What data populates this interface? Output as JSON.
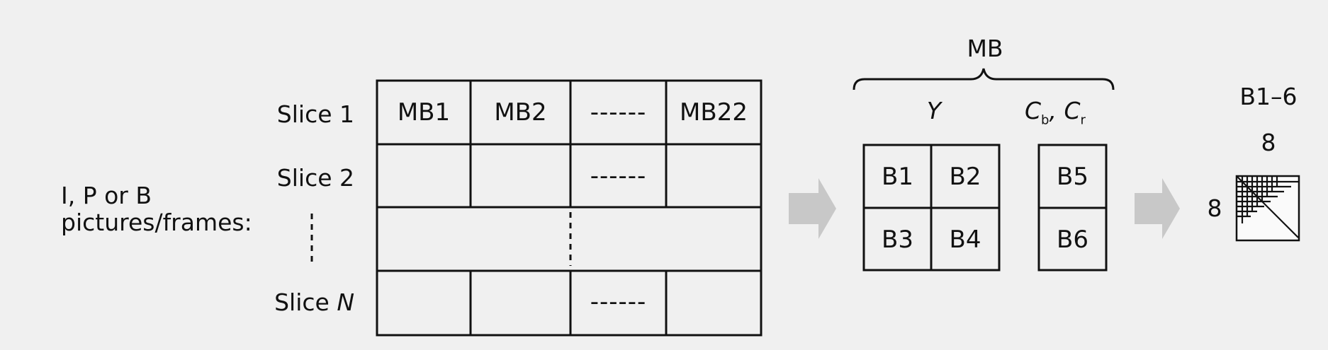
{
  "frame_label": {
    "line1": "I, P or B",
    "line2": "pictures/frames:"
  },
  "slices": {
    "slice1": "Slice 1",
    "slice2": "Slice 2",
    "sliceN_prefix": "Slice ",
    "sliceN_var": "N"
  },
  "grid": {
    "row1": [
      "MB1",
      "MB2",
      "------",
      "MB22"
    ],
    "dashes": "------"
  },
  "macroblock": {
    "title": "MB",
    "luma_label": "Y",
    "chroma_label_cb": "C",
    "chroma_sub_b": "b",
    "chroma_sep": ", ",
    "chroma_label_cr": "C",
    "chroma_sub_r": "r",
    "luma_blocks": [
      "B1",
      "B2",
      "B3",
      "B4"
    ],
    "chroma_blocks": [
      "B5",
      "B6"
    ]
  },
  "block": {
    "title": "B1–6",
    "width_label": "8",
    "height_label": "8"
  },
  "colors": {
    "line": "#111111",
    "arrow": "#c8c8c8",
    "background": "#f0f0f0"
  }
}
